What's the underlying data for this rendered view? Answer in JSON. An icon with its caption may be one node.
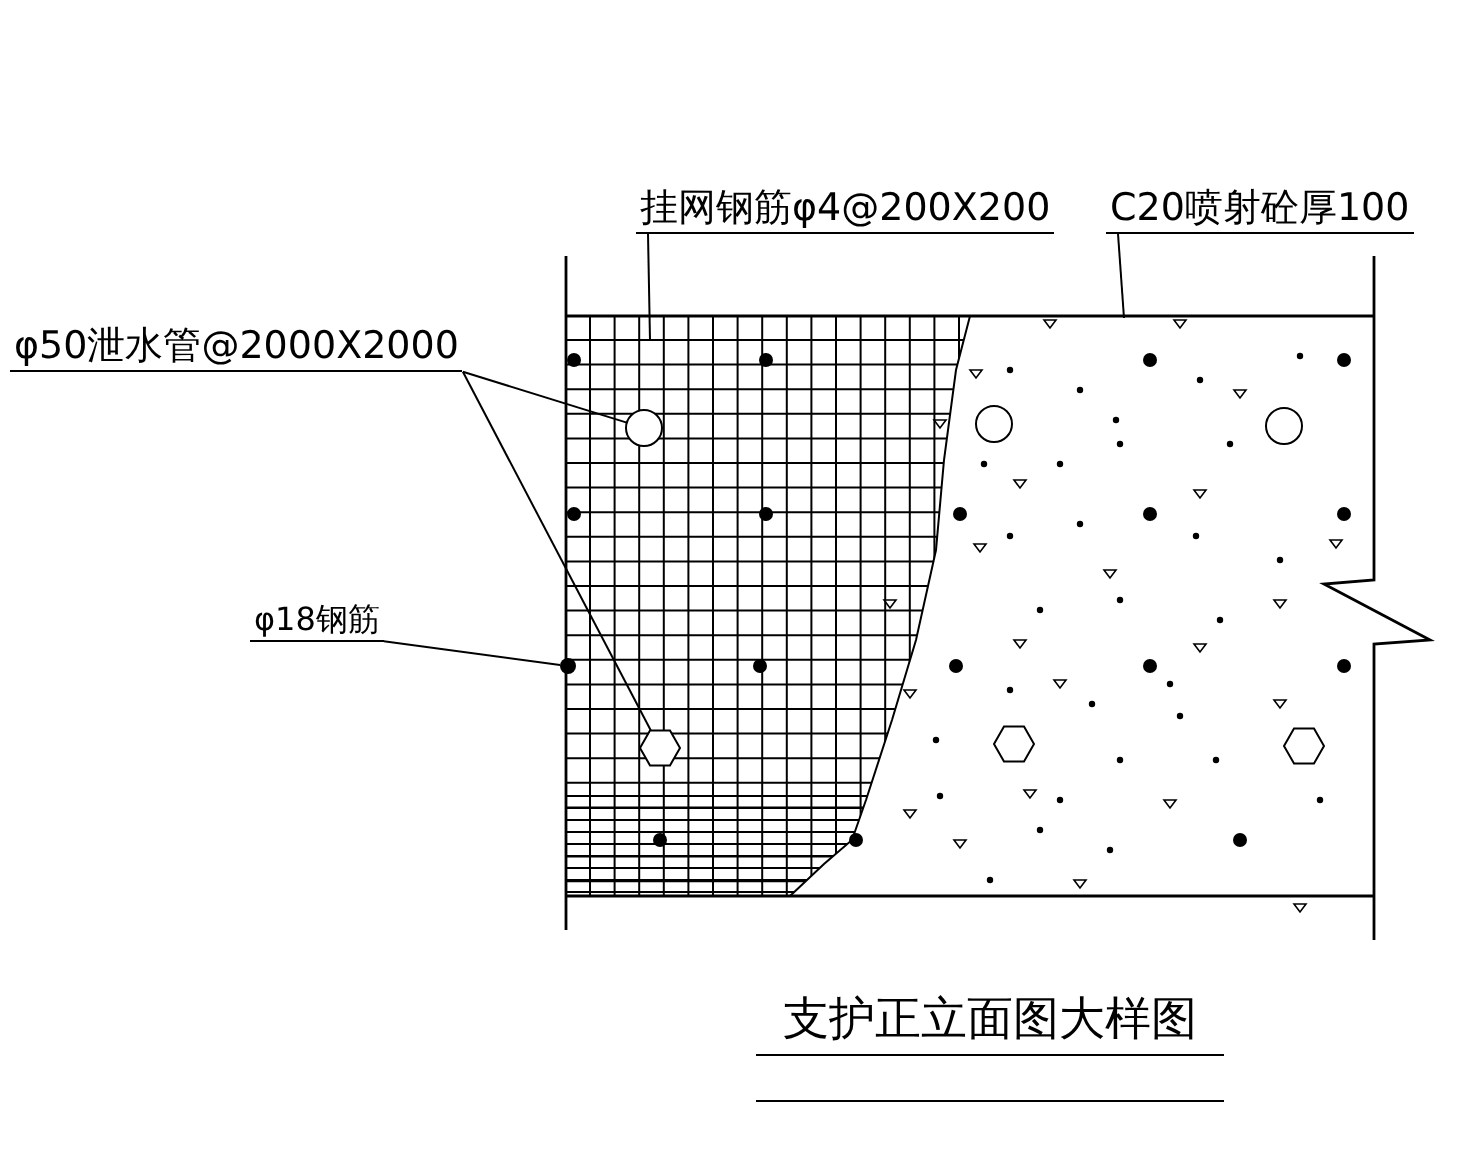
{
  "diagram": {
    "title": "支护正立面图大样图",
    "nodes": [
      {
        "text": [
          "挂网钢筋φ4@200X200"
        ]
      },
      {
        "text": [
          "C20喷射砼厚100"
        ]
      },
      {
        "text": [
          "φ50泄水管@2000X2000"
        ]
      },
      {
        "text": [
          "φ18钢筋"
        ]
      },
      {
        "text": [],
        "shape": "picture"
      },
      {
        "text": [],
        "shape": "picture"
      },
      {
        "text": [],
        "shape": "circle",
        "in": 4
      },
      {
        "text": [],
        "shape": "hexagon",
        "in": 4
      },
      {
        "text": [],
        "shape": "circle"
      }
    ],
    "edges": [
      {
        "from": 0,
        "to": 4,
        "arrow": "none"
      },
      {
        "from": 1,
        "to": 5,
        "arrow": "none"
      },
      {
        "from": 2,
        "to": 6,
        "arrow": "none"
      },
      {
        "from": 2,
        "to": 7,
        "arrow": "none"
      },
      {
        "from": 3,
        "to": 8,
        "arrow": "none"
      }
    ]
  }
}
